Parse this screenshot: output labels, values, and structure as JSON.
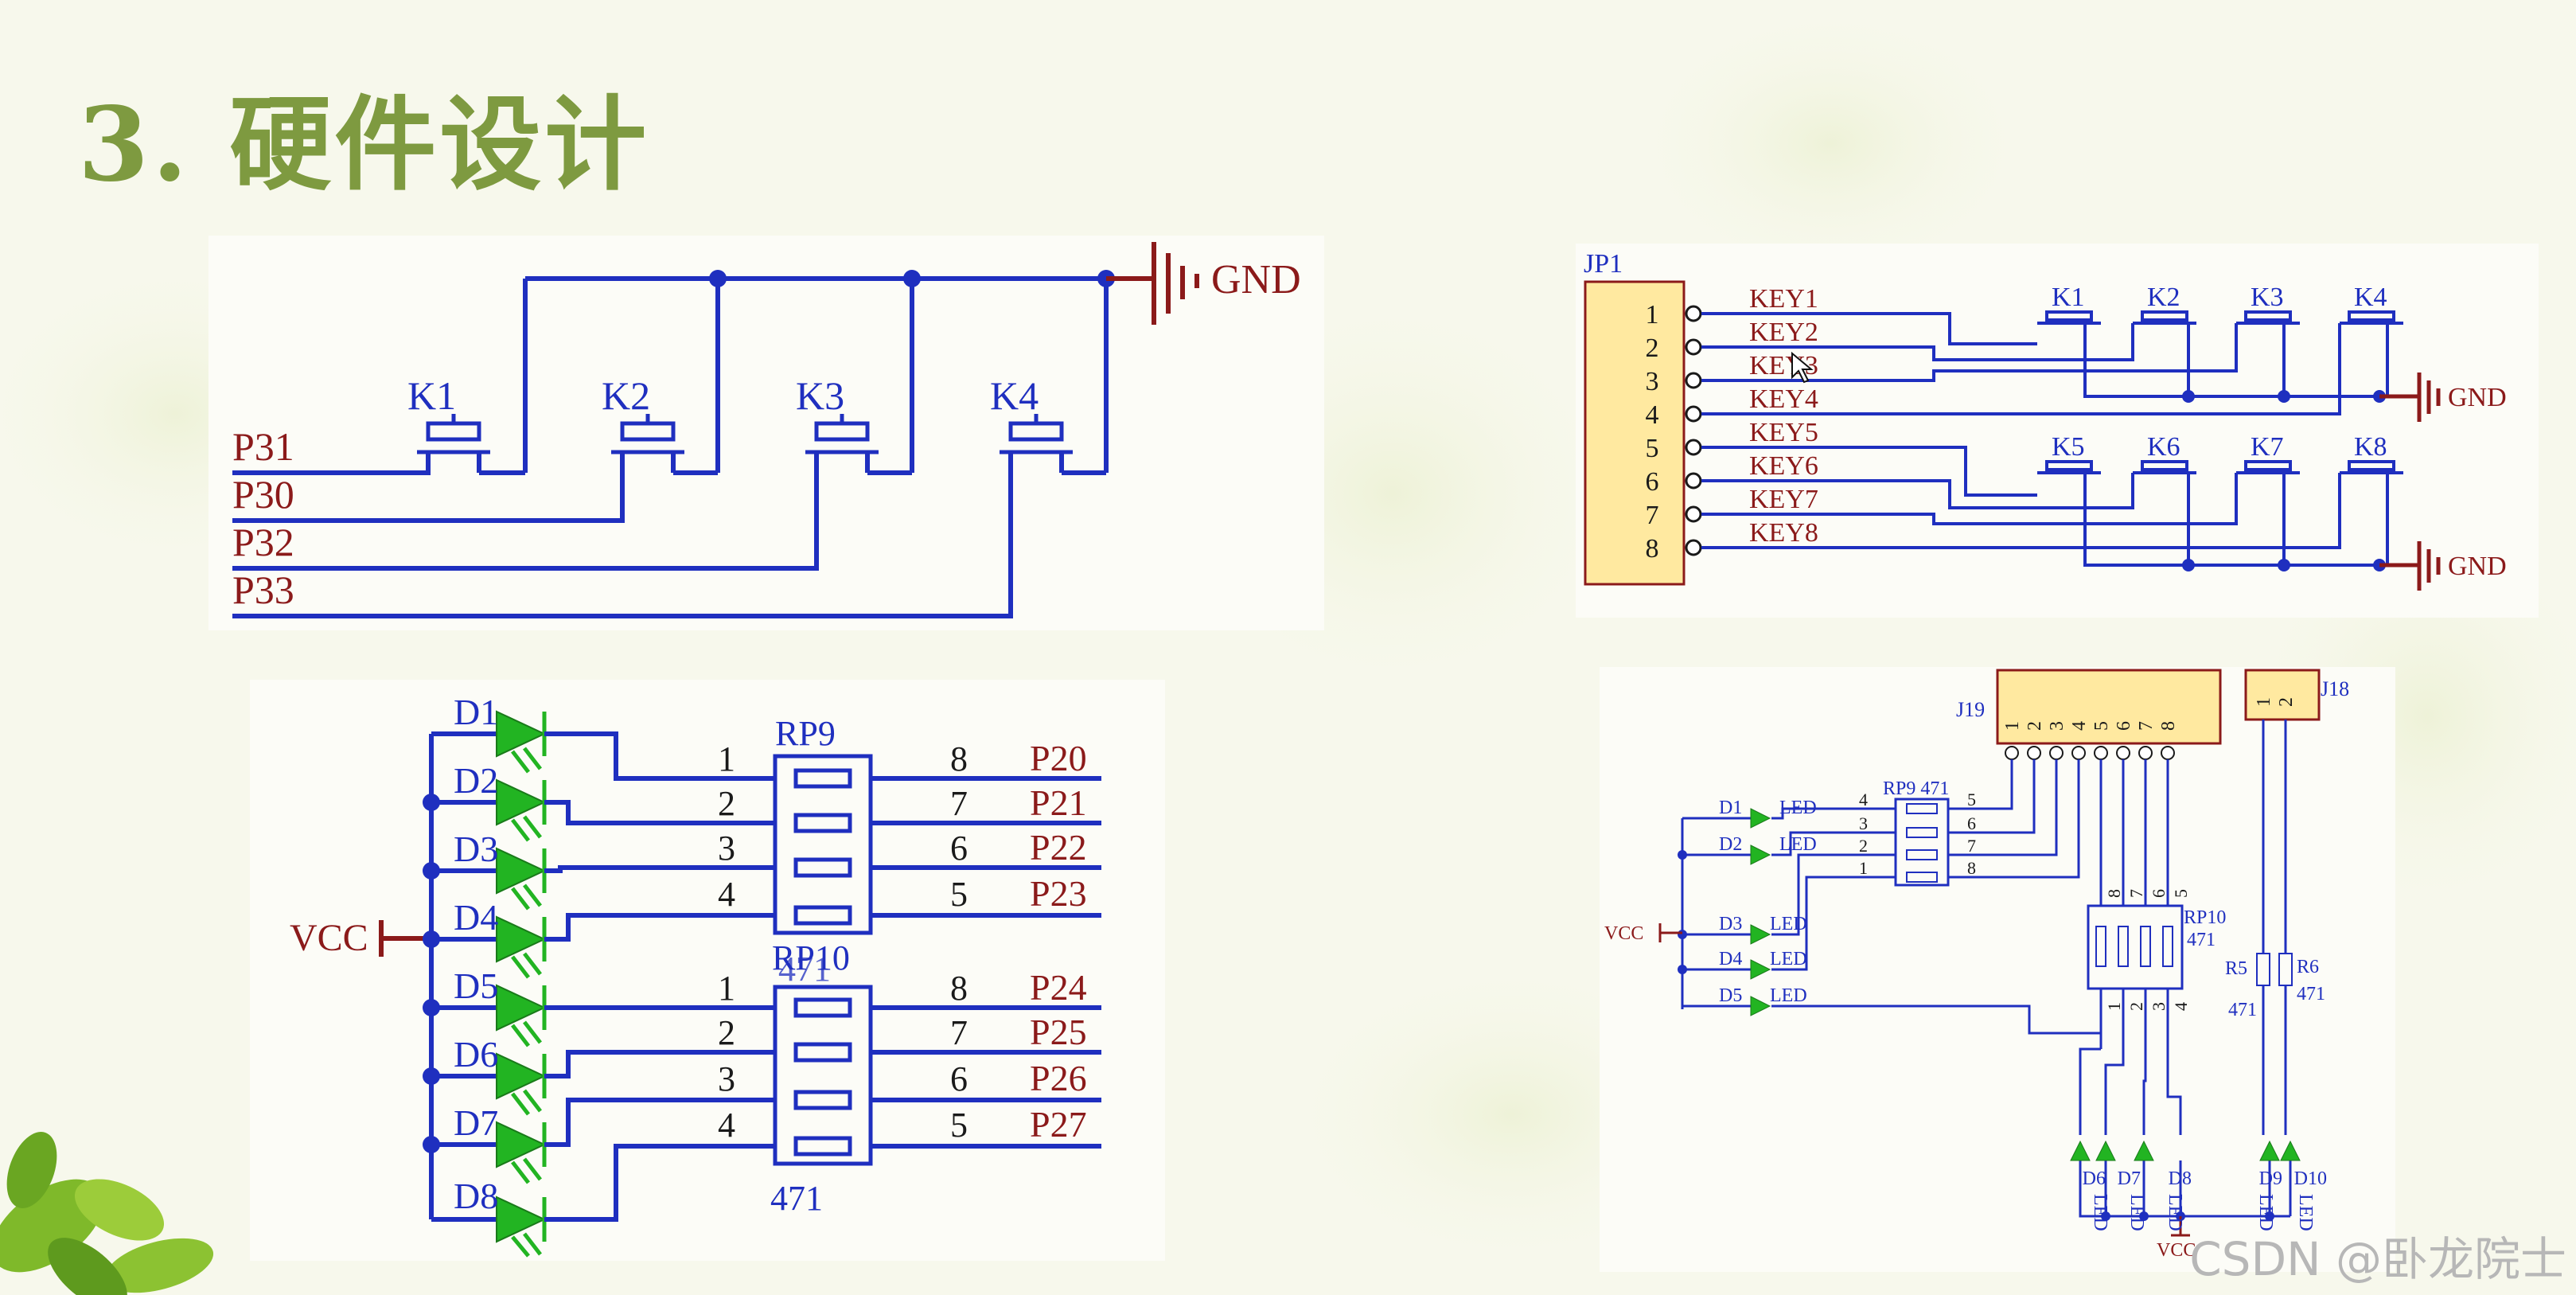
{
  "title": "3. 硬件设计",
  "watermark": "CSDN @卧龙院士",
  "colors": {
    "wire": "#1f2fbf",
    "text": "#8b1a1a",
    "title": "#7e9a40",
    "led": "#22b422",
    "header": "#ffe9a0"
  },
  "panel1": {
    "gnd": "GND",
    "keys": [
      "K1",
      "K2",
      "K3",
      "K4"
    ],
    "ports": [
      "P31",
      "P30",
      "P32",
      "P33"
    ]
  },
  "panel2": {
    "connector": "JP1",
    "pins": [
      "1",
      "2",
      "3",
      "4",
      "5",
      "6",
      "7",
      "8"
    ],
    "nets": [
      "KEY1",
      "KEY2",
      "KEY3",
      "KEY4",
      "KEY5",
      "KEY6",
      "KEY7",
      "KEY8"
    ],
    "keys_top": [
      "K1",
      "K2",
      "K3",
      "K4"
    ],
    "keys_bottom": [
      "K5",
      "K6",
      "K7",
      "K8"
    ],
    "gnd": "GND"
  },
  "panel3": {
    "leds": [
      "D1",
      "D2",
      "D3",
      "D4",
      "D5",
      "D6",
      "D7",
      "D8"
    ],
    "vcc": "VCC",
    "rp_top": "RP9",
    "rp_bottom": "RP10",
    "rp_value": "471",
    "left_pins": [
      "1",
      "2",
      "3",
      "4"
    ],
    "right_pins": [
      "8",
      "7",
      "6",
      "5"
    ],
    "ports_top": [
      "P20",
      "P21",
      "P22",
      "P23"
    ],
    "ports_bottom": [
      "P24",
      "P25",
      "P26",
      "P27"
    ]
  },
  "panel4": {
    "j19": "J19",
    "j18": "J18",
    "j19_pins": [
      "1",
      "2",
      "3",
      "4",
      "5",
      "6",
      "7",
      "8"
    ],
    "j18_pins": [
      "1",
      "2"
    ],
    "leds_left": [
      "D1",
      "D2",
      "D3",
      "D4",
      "D5"
    ],
    "led_label": "LED",
    "vcc": "VCC",
    "rp9": "RP9 471",
    "rp10": "RP10",
    "rp10_value": "471",
    "rp9_left": [
      "4",
      "3",
      "2",
      "1"
    ],
    "rp9_right": [
      "5",
      "6",
      "7",
      "8"
    ],
    "rp10_top": [
      "8",
      "7",
      "6",
      "5"
    ],
    "rp10_bottom": [
      "1",
      "2",
      "3",
      "4"
    ],
    "r5": "R5",
    "r6": "R6",
    "r_value": "471",
    "leds_bottom": [
      "D6",
      "D7",
      "D8",
      "D9",
      "D10"
    ]
  }
}
